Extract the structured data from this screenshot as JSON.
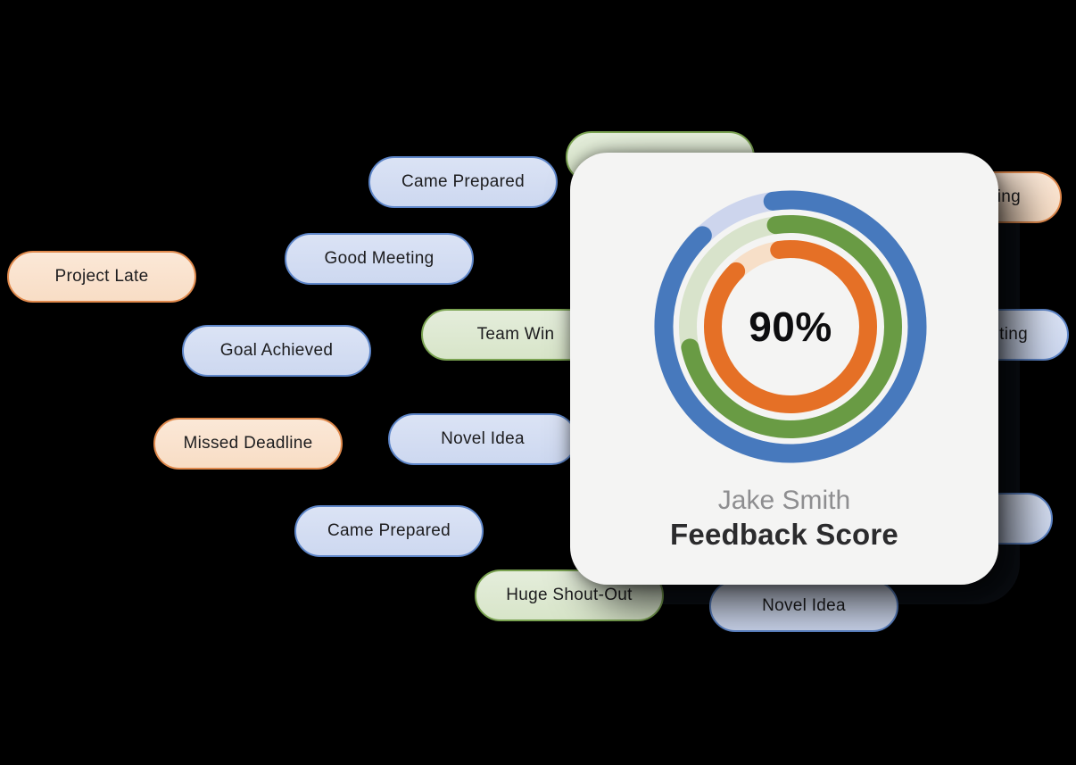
{
  "palette": {
    "pageBg": "#000000",
    "blueBg1": "#dbe3f5",
    "blueBg2": "#cdd8f0",
    "blueBorder": "#5d85c8",
    "orangeBg1": "#fbe8d7",
    "orangeBg2": "#f8ddc5",
    "orangeBorder": "#e0894c",
    "greenBg1": "#e4eddb",
    "greenBg2": "#d8e5c9",
    "greenBorder": "#7aa351",
    "cardBg": "#f4f4f3",
    "shadowCard": "#0c1016",
    "textDark": "#1d1d1f",
    "nameGray": "#8e8e90",
    "titleDark": "#2b2b2d",
    "scoreBlack": "#0d0d0f"
  },
  "card": {
    "person": "Jake Smith",
    "title": "Feedback Score",
    "score": "90%"
  },
  "pills": [
    {
      "label": "Came Prepared",
      "color": "blue"
    },
    {
      "label": "Good Meeting",
      "color": "blue"
    },
    {
      "label": "Project Late",
      "color": "orange"
    },
    {
      "label": "Team Win",
      "color": "green",
      "partially_hidden": true
    },
    {
      "label": "Goal Achieved",
      "color": "blue"
    },
    {
      "label": "Missed Deadline",
      "color": "orange"
    },
    {
      "label": "Novel Idea",
      "color": "blue",
      "partially_hidden": true
    },
    {
      "label": "Came Prepared",
      "color": "blue"
    },
    {
      "label": "Huge Shout-Out",
      "color": "green",
      "partially_hidden": true
    },
    {
      "label": "Novel Idea",
      "color": "blue"
    },
    {
      "label": "",
      "color": "green",
      "partially_hidden": true
    },
    {
      "label": "ing",
      "color": "orange",
      "partially_hidden": true
    },
    {
      "label": "ting",
      "color": "blue",
      "partially_hidden": true
    },
    {
      "label": "",
      "color": "blue",
      "partially_hidden": true
    }
  ],
  "chart_data": {
    "type": "radial-progress",
    "title": "Feedback Score",
    "subject": "Jake Smith",
    "center_label": "90%",
    "start_angle_clock": "12 o'clock (slightly left), sweeping clockwise",
    "rings": [
      {
        "name": "outer-blue",
        "color": "#4779bd",
        "track_color": "#cdd5ed",
        "value_pct": 90
      },
      {
        "name": "middle-green",
        "color": "#699b44",
        "track_color": "#d8e3cb",
        "value_pct": 74
      },
      {
        "name": "inner-orange",
        "color": "#e57026",
        "track_color": "#f7dfc8",
        "value_pct": 90
      }
    ],
    "legend_position": "none",
    "grid": false
  }
}
